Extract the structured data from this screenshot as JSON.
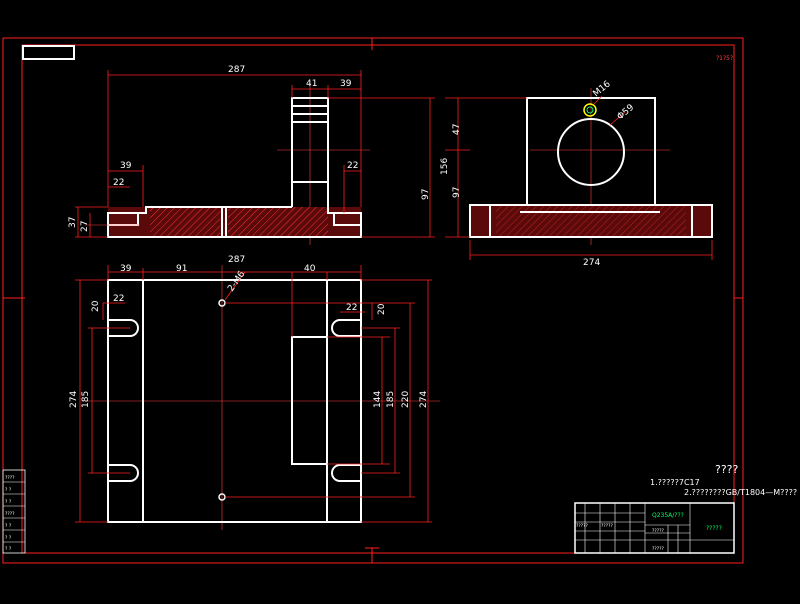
{
  "drawing": {
    "colors": {
      "background": "#000000",
      "frame": "#ff2020",
      "outline": "#ffffff",
      "hatch": "#ff3030",
      "title_accent": "#00ff66",
      "center": "#ff4040"
    },
    "corner_mark": "?1?5?",
    "front_view": {
      "dims": {
        "overall_width": "287",
        "top_post": "41",
        "top_right": "39",
        "left_step_top": "39",
        "left_step": "22",
        "right_step": "22",
        "height_total": "97",
        "base_h1": "37",
        "base_h2": "27"
      }
    },
    "side_view": {
      "dims": {
        "thread": "M16",
        "bore": "Φ59",
        "height": "156",
        "upper": "47",
        "lower": "97",
        "base_width": "274"
      }
    },
    "plan_view": {
      "dims": {
        "overall_width": "287",
        "left_margin": "39",
        "hole_offset": "91",
        "slot_width": "40",
        "holes_label": "2-M6",
        "slot_left_top": "20",
        "slot_left_22": "22",
        "slot_right_22": "22",
        "slot_right_20": "20",
        "left_274": "274",
        "left_185": "185",
        "right_144": "144",
        "right_185": "185",
        "right_220": "220",
        "right_274": "274"
      }
    },
    "notes": {
      "heading": "????",
      "line1": "1.?????7C17",
      "line2": "2.????????GB/T1804—M????"
    },
    "title_block": {
      "material": "Q235A/???",
      "name": "?????",
      "rows": [
        "?????",
        "?????",
        "?????",
        "?????"
      ]
    },
    "left_table": [
      "????",
      "? ?",
      "? ?",
      "????",
      "? ?",
      "? ?",
      "? ?"
    ]
  }
}
